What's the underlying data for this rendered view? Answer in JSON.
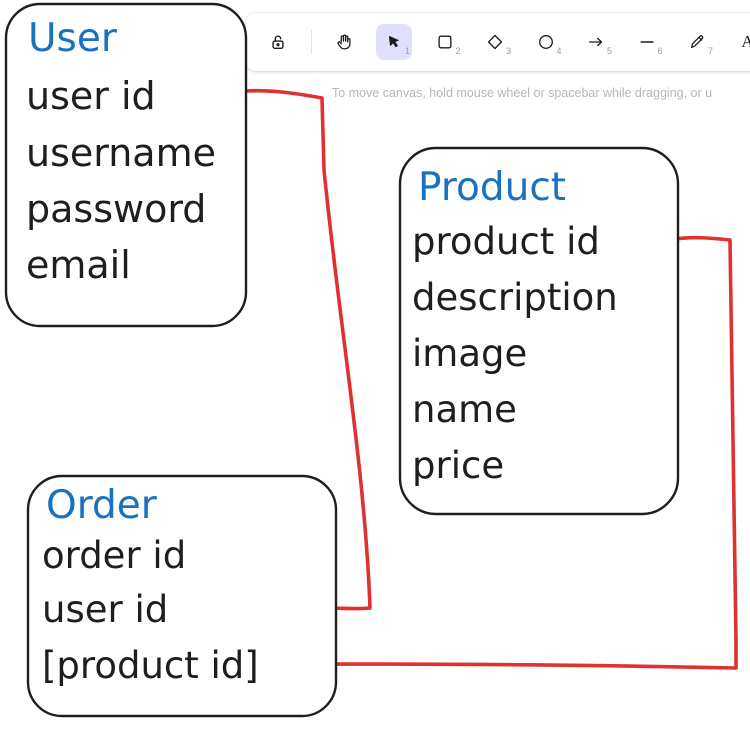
{
  "toolbar": {
    "tools": [
      {
        "name": "lock-button",
        "icon": "lock-icon",
        "key": ""
      },
      {
        "name": "hand-tool-button",
        "icon": "hand-icon",
        "key": ""
      },
      {
        "name": "selection-tool-button",
        "icon": "pointer-icon",
        "key": "1"
      },
      {
        "name": "rectangle-tool-button",
        "icon": "rectangle-icon",
        "key": "2"
      },
      {
        "name": "diamond-tool-button",
        "icon": "diamond-icon",
        "key": "3"
      },
      {
        "name": "ellipse-tool-button",
        "icon": "ellipse-icon",
        "key": "4"
      },
      {
        "name": "arrow-tool-button",
        "icon": "arrow-icon",
        "key": "5"
      },
      {
        "name": "line-tool-button",
        "icon": "line-icon",
        "key": "6"
      },
      {
        "name": "pencil-tool-button",
        "icon": "pencil-icon",
        "key": "7"
      },
      {
        "name": "text-tool-button",
        "icon": "text-icon",
        "key": ""
      }
    ],
    "text_tool_glyph": "A",
    "active_tool": "selection-tool-button",
    "active_color": "#e0dfff"
  },
  "hint": "To move canvas, hold mouse wheel or spacebar while dragging, or u",
  "colors": {
    "title": "#1971c2",
    "text": "#1e1e1e",
    "connector": "#e03131"
  },
  "entities": {
    "user": {
      "title": "User",
      "fields": [
        "user id",
        "username",
        "password",
        "email"
      ]
    },
    "product": {
      "title": "Product",
      "fields": [
        "product id",
        "description",
        "image",
        "name",
        "price"
      ]
    },
    "order": {
      "title": "Order",
      "fields": [
        "order id",
        "user id",
        "[product id]"
      ]
    }
  }
}
